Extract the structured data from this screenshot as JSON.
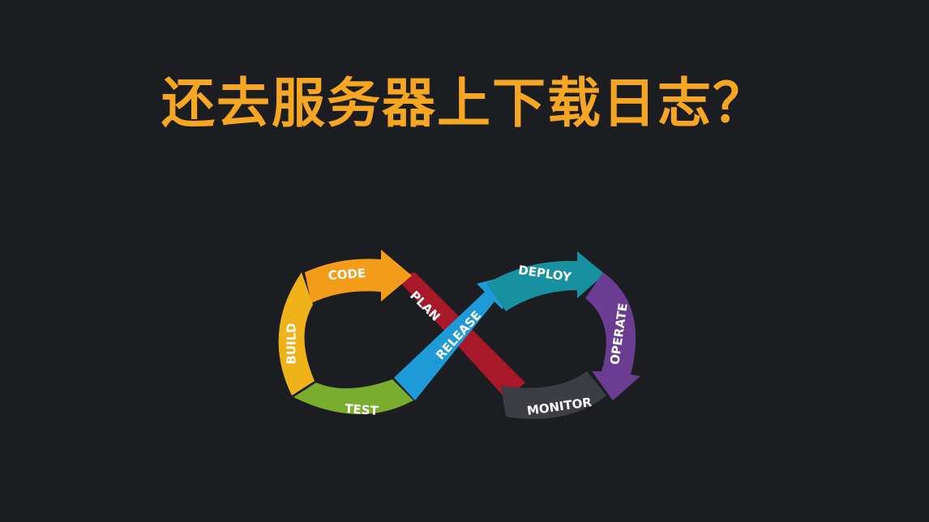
{
  "title": {
    "text": "还去服务器上下载日志？",
    "color": "#f5a623"
  },
  "diagram": {
    "type": "devops-infinity-loop",
    "stages": [
      {
        "key": "code",
        "label": "CODE",
        "color": "#f39c1a"
      },
      {
        "key": "build",
        "label": "BUILD",
        "color": "#f0b21a"
      },
      {
        "key": "test",
        "label": "TEST",
        "color": "#7aac2e"
      },
      {
        "key": "plan",
        "label": "PLAN",
        "color": "#a8182b"
      },
      {
        "key": "release",
        "label": "RELEASE",
        "color": "#1e9bd6"
      },
      {
        "key": "deploy",
        "label": "DEPLOY",
        "color": "#1790a0"
      },
      {
        "key": "operate",
        "label": "OPERATE",
        "color": "#6b3d92"
      },
      {
        "key": "monitor",
        "label": "MONITOR",
        "color": "#3d3e44"
      }
    ]
  }
}
